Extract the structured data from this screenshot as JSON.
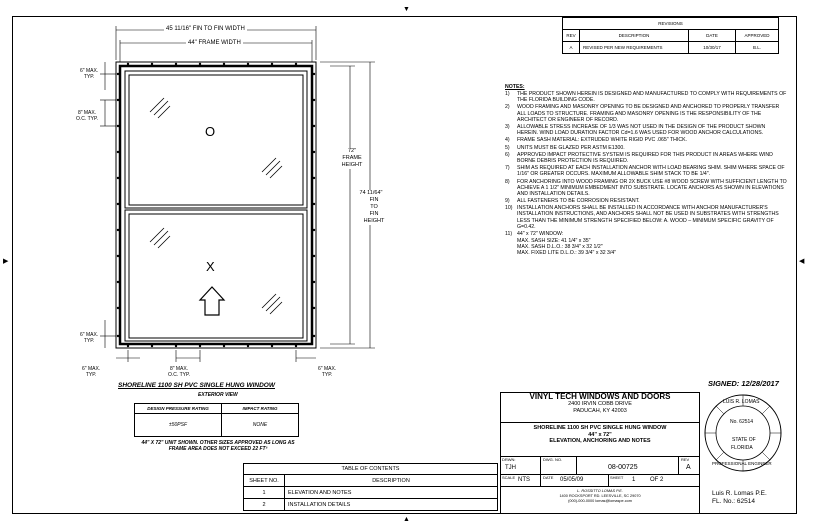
{
  "dims": {
    "fin_width": "45 11/16\" FIN TO FIN WIDTH",
    "frame_width": "44\" FRAME WIDTH",
    "frame_height": [
      "72\"",
      "FRAME",
      "HEIGHT"
    ],
    "fin_height": [
      "74 11/64\"",
      "FIN",
      "TO",
      "FIN",
      "HEIGHT"
    ],
    "top_left": [
      "6\" MAX.",
      "TYP."
    ],
    "left_oc": [
      "8\" MAX.",
      "O.C. TYP."
    ],
    "left_bottom": [
      "6\" MAX.",
      "TYP."
    ],
    "bottom_left": [
      "6\" MAX.",
      "TYP."
    ],
    "bottom_mid": [
      "8\" MAX.",
      "O.C. TYP."
    ],
    "bottom_right": [
      "6\" MAX.",
      "TYP."
    ]
  },
  "elevation": {
    "title": "SHORELINE 1100 SH PVC SINGLE HUNG WINDOW",
    "subtitle": "EXTERIOR VIEW",
    "design_pressure_header": "DESIGN PRESSURE RATING",
    "impact_header": "IMPACT RATING",
    "design_pressure_value": "±50PSF",
    "impact_value": "NONE",
    "note": [
      "44\" X 72\" UNIT SHOWN. OTHER SIZES APPROVED AS LONG AS",
      "FRAME AREA DOES NOT EXCEED 22 FT²"
    ],
    "fixed_mark": "O",
    "vent_mark": "X"
  },
  "revisions": {
    "title": "REVISIONS",
    "headers": [
      "REV",
      "DESCRIPTION",
      "DATE",
      "APPROVED"
    ],
    "rows": [
      [
        "A",
        "REVISED PER NEW REQUIREMENTS",
        "10/30/17",
        "B.L."
      ]
    ]
  },
  "notes_title": "NOTES:",
  "notes": [
    {
      "n": "1)",
      "t": "THE PRODUCT SHOWN HEREIN IS DESIGNED AND MANUFACTURED TO COMPLY WITH REQUIREMENTS OF THE FLORIDA BUILDING CODE."
    },
    {
      "n": "2)",
      "t": "WOOD FRAMING AND MASONRY OPENING TO BE DESIGNED AND ANCHORED TO PROPERLY TRANSFER ALL LOADS TO STRUCTURE. FRAMING AND MASONRY OPENING IS THE RESPONSIBILITY OF THE ARCHITECT OR ENGINEER OF RECORD."
    },
    {
      "n": "3)",
      "t": "ALLOWABLE STRESS INCREASE OF 1/3 WAS NOT USED IN THE DESIGN OF THE PRODUCT SHOWN HEREIN. WIND LOAD DURATION FACTOR Cd=1.6 WAS USED FOR WOOD ANCHOR CALCULATIONS."
    },
    {
      "n": "4)",
      "t": "FRAME SASH MATERIAL: EXTRUDED WHITE RIGID PVC .065\" THICK."
    },
    {
      "n": "5)",
      "t": "UNITS MUST BE GLAZED PER ASTM E1300."
    },
    {
      "n": "6)",
      "t": "APPROVED IMPACT PROTECTIVE SYSTEM IS REQUIRED FOR THIS PRODUCT IN AREAS WHERE WIND BORNE DEBRIS PROTECTION IS REQUIRED."
    },
    {
      "n": "7)",
      "t": "SHIM AS REQUIRED AT EACH INSTALLATION ANCHOR WITH LOAD BEARING SHIM. SHIM WHERE SPACE OF 1/16\" OR GREATER OCCURS. MAXIMUM ALLOWABLE SHIM STACK TO BE 1/4\"."
    },
    {
      "n": "8)",
      "t": "FOR ANCHORING INTO WOOD FRAMING OR 2X BUCK USE #8 WOOD SCREW WITH SUFFICIENT LENGTH TO ACHIEVE A 1 1/2\" MINIMUM EMBEDMENT INTO SUBSTRATE. LOCATE ANCHORS AS SHOWN IN ELEVATIONS AND INSTALLATION DETAILS."
    },
    {
      "n": "9)",
      "t": "ALL FASTENERS TO BE CORROSION RESISTANT."
    },
    {
      "n": "10)",
      "t": "INSTALLATION ANCHORS SHALL BE INSTALLED IN ACCORDANCE WITH ANCHOR MANUFACTURER'S INSTALLATION INSTRUCTIONS, AND ANCHORS SHALL NOT BE USED IN SUBSTRATES WITH STRENGTHS LESS THAN THE MINIMUM STRENGTH SPECIFIED BELOW: A. WOOD – MINIMUM SPECIFIC GRAVITY OF G=0.42."
    },
    {
      "n": "11)",
      "t": "44\" x 72\" WINDOW:"
    }
  ],
  "note11_sub": [
    "MAX. SASH SIZE: 41 1/4\" x 35\"",
    "MAX. SASH D.L.O.: 38 3/4\" x 32 1/2\"",
    "MAX. FIXED LITE D.L.O.: 39 3/4\" x 32 3/4\""
  ],
  "signed": "SIGNED: 12/28/2017",
  "company": {
    "name": "VINYL TECH WINDOWS AND DOORS",
    "addr1": "2400 IRVIN COBB DRIVE",
    "addr2": "PADUCAH, KY 42003",
    "desc1": "SHORELINE 1100 SH PVC SINGLE HUNG WINDOW",
    "desc2": "44\" x 72\"",
    "desc3": "ELEVATION, ANCHORING AND NOTES"
  },
  "titleblock": {
    "drawn_label": "DRWN:",
    "drawn": "TJH",
    "dwg_label": "DWG. NO.",
    "dwg": "08-00725",
    "rev_label": "REV",
    "rev": "A",
    "scale_label": "SCALE",
    "scale": "NTS",
    "date_label": "DATE",
    "date": "05/05/09",
    "sheet_label": "SHEET",
    "sheet": "1",
    "of": "OF 2",
    "engineer_line1": "L. ROSSITTO LOMAS P.E.",
    "engineer_line2": "1400 ROCKSPORT RD. LEESVILLE, SC 29070",
    "engineer_line3": "(000)-000-0000  lomas@lomaspe.com"
  },
  "seal": {
    "top": "LUIS R. LOMAS",
    "license": "No. 62514",
    "state": "STATE OF",
    "florida": "FLORIDA",
    "bottom": "PROFESSIONAL ENGINEER"
  },
  "pe": {
    "line1": "Luis R. Lomas P.E.",
    "line2": "FL. No.: 62514"
  },
  "toc": {
    "title": "TABLE OF CONTENTS",
    "headers": [
      "SHEET NO.",
      "DESCRIPTION"
    ],
    "rows": [
      [
        "1",
        "ELEVATION AND NOTES"
      ],
      [
        "2",
        "INSTALLATION DETAILS"
      ]
    ]
  }
}
